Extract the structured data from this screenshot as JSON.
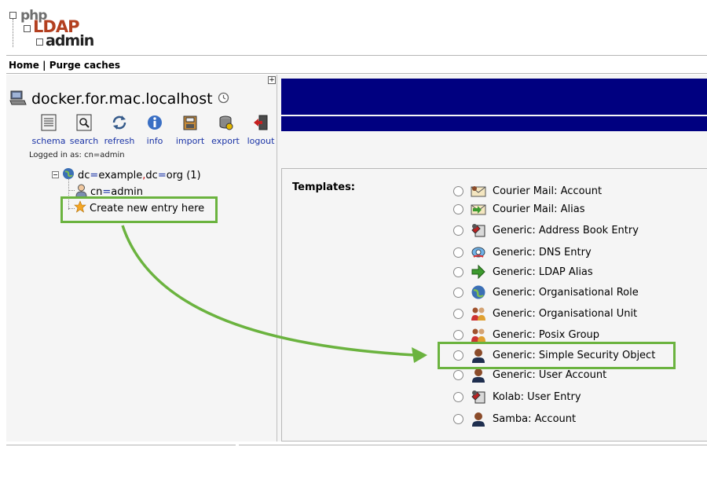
{
  "logo": {
    "php": "php",
    "ldap": "LDAP",
    "admin": "admin"
  },
  "nav": {
    "home": "Home",
    "separator": "|",
    "purge": "Purge caches"
  },
  "server": {
    "name": "docker.for.mac.localhost",
    "expand_symbol": "+"
  },
  "toolbar": [
    {
      "label": "schema",
      "icon": "schema-icon"
    },
    {
      "label": "search",
      "icon": "search-icon"
    },
    {
      "label": "refresh",
      "icon": "refresh-icon"
    },
    {
      "label": "info",
      "icon": "info-icon"
    },
    {
      "label": "import",
      "icon": "import-icon"
    },
    {
      "label": "export",
      "icon": "export-icon"
    },
    {
      "label": "logout",
      "icon": "logout-icon"
    }
  ],
  "login": {
    "text": "Logged in as: cn=admin"
  },
  "tree": {
    "root": {
      "dc1": "dc",
      "eq": "=",
      "val1": "example",
      "comma": ",",
      "dc2": "dc",
      "val2": "org",
      "count": "(1)"
    },
    "child": {
      "cn": "cn",
      "eq": "=",
      "val": "admin"
    },
    "create": "Create new entry here"
  },
  "templates": {
    "label": "Templates:",
    "items": [
      {
        "label": "Courier Mail: Account",
        "icon": "mail-account-icon"
      },
      {
        "label": "Courier Mail: Alias",
        "icon": "mail-alias-icon"
      },
      {
        "label": "Generic: Address Book Entry",
        "icon": "address-book-icon"
      },
      {
        "label": "Generic: DNS Entry",
        "icon": "dns-icon"
      },
      {
        "label": "Generic: LDAP Alias",
        "icon": "ldap-alias-icon"
      },
      {
        "label": "Generic: Organisational Role",
        "icon": "globe-icon"
      },
      {
        "label": "Generic: Organisational Unit",
        "icon": "group-icon"
      },
      {
        "label": "Generic: Posix Group",
        "icon": "group-icon"
      },
      {
        "label": "Generic: Simple Security Object",
        "icon": "user-icon"
      },
      {
        "label": "Generic: User Account",
        "icon": "user-icon"
      },
      {
        "label": "Kolab: User Entry",
        "icon": "address-book-icon"
      },
      {
        "label": "Samba: Account",
        "icon": "user-icon"
      }
    ]
  },
  "colors": {
    "banner": "#000080",
    "highlight": "#6bb33f",
    "link": "#1a33a6"
  }
}
